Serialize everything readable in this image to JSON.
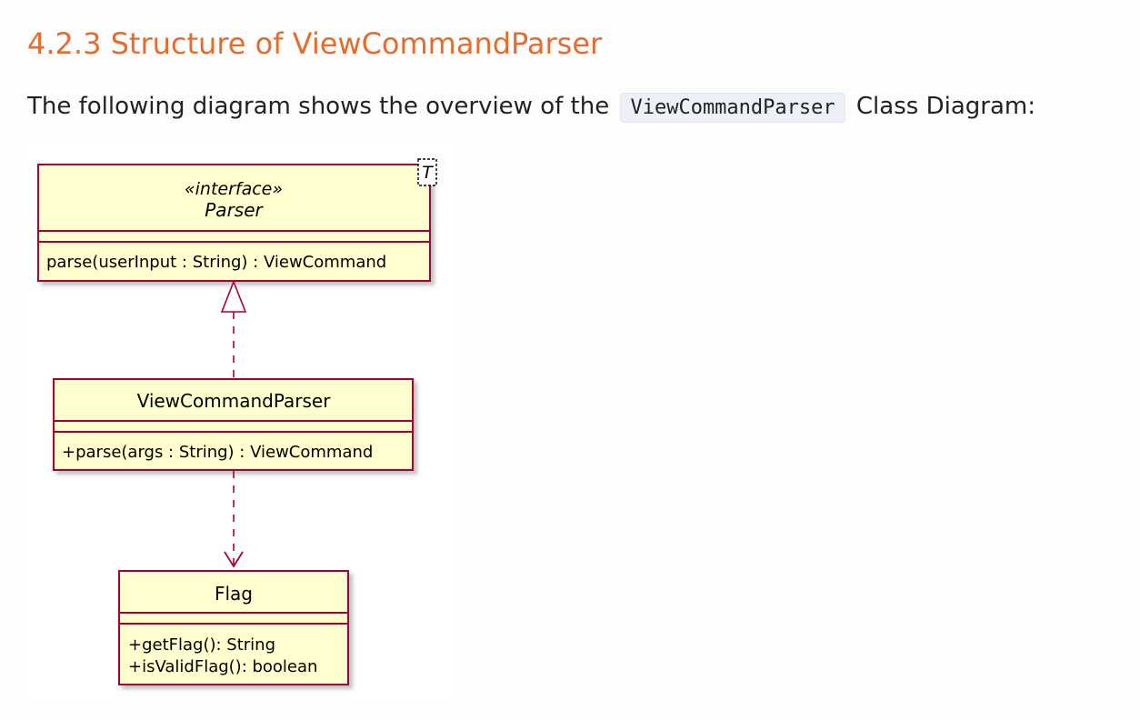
{
  "section": {
    "heading": "4.2.3 Structure of ViewCommandParser"
  },
  "intro": {
    "before": "The following diagram shows the overview of the",
    "code": "ViewCommandParser",
    "after": "Class Diagram:"
  },
  "diagram": {
    "colors": {
      "class_fill": "#fefece",
      "border": "#a80036",
      "shadow": "#bdbdbd"
    },
    "parser": {
      "stereotype": "«interface»",
      "name": "Parser",
      "type_param": "T",
      "method": "parse(userInput : String) : ViewCommand"
    },
    "view_command_parser": {
      "name": "ViewCommandParser",
      "method": "+parse(args : String) : ViewCommand"
    },
    "flag": {
      "name": "Flag",
      "method1": "+getFlag(): String",
      "method2": "+isValidFlag(): boolean"
    }
  }
}
